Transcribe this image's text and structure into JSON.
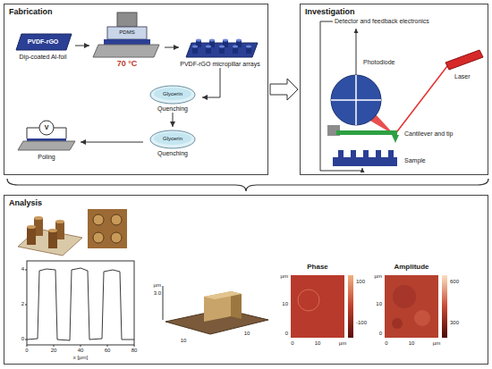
{
  "diagram": {
    "nodes": [
      {
        "text": [
          "Fabrication"
        ]
      },
      {
        "text": [
          "PVDF-rGO",
          "Dip-coated Al-foil"
        ],
        "in": 0
      },
      {
        "text": [
          "PDMS",
          "70 °C"
        ],
        "in": 0
      },
      {
        "text": [
          "PVDF-rGO micropillar arrays"
        ],
        "in": 0
      },
      {
        "text": [
          "Glycerin",
          "Quenching"
        ],
        "in": 0
      },
      {
        "text": [
          "Glycerin",
          "Quenching"
        ],
        "in": 0
      },
      {
        "text": [
          "V",
          "Poling"
        ],
        "in": 0
      },
      {
        "text": [
          "Investigation"
        ]
      },
      {
        "text": [
          "Analysis"
        ]
      }
    ],
    "edges": [
      {
        "from": 1,
        "to": 2,
        "arrow": "to"
      },
      {
        "from": 2,
        "to": 3,
        "arrow": "to"
      },
      {
        "from": 3,
        "to": 4,
        "arrow": "to"
      },
      {
        "from": 4,
        "to": 5,
        "arrow": "to"
      },
      {
        "from": 5,
        "to": 6,
        "arrow": "to"
      },
      {
        "from": 0,
        "to": 7,
        "arrow": "to"
      }
    ],
    "labels": [
      "Detector and feedback electronics",
      "Photodiode",
      "Laser",
      "Cantilever and tip",
      "Sample",
      "4",
      "2",
      "0",
      "0",
      "20",
      "40",
      "60",
      "80",
      "x [µm]",
      "µm",
      "3.0",
      "10",
      "10",
      "Phase",
      "µm",
      "10",
      "0",
      "0",
      "10",
      "µm",
      "100",
      "-100",
      "Amplitude",
      "µm",
      "10",
      "0",
      "0",
      "10",
      "µm",
      "600",
      "300"
    ]
  }
}
